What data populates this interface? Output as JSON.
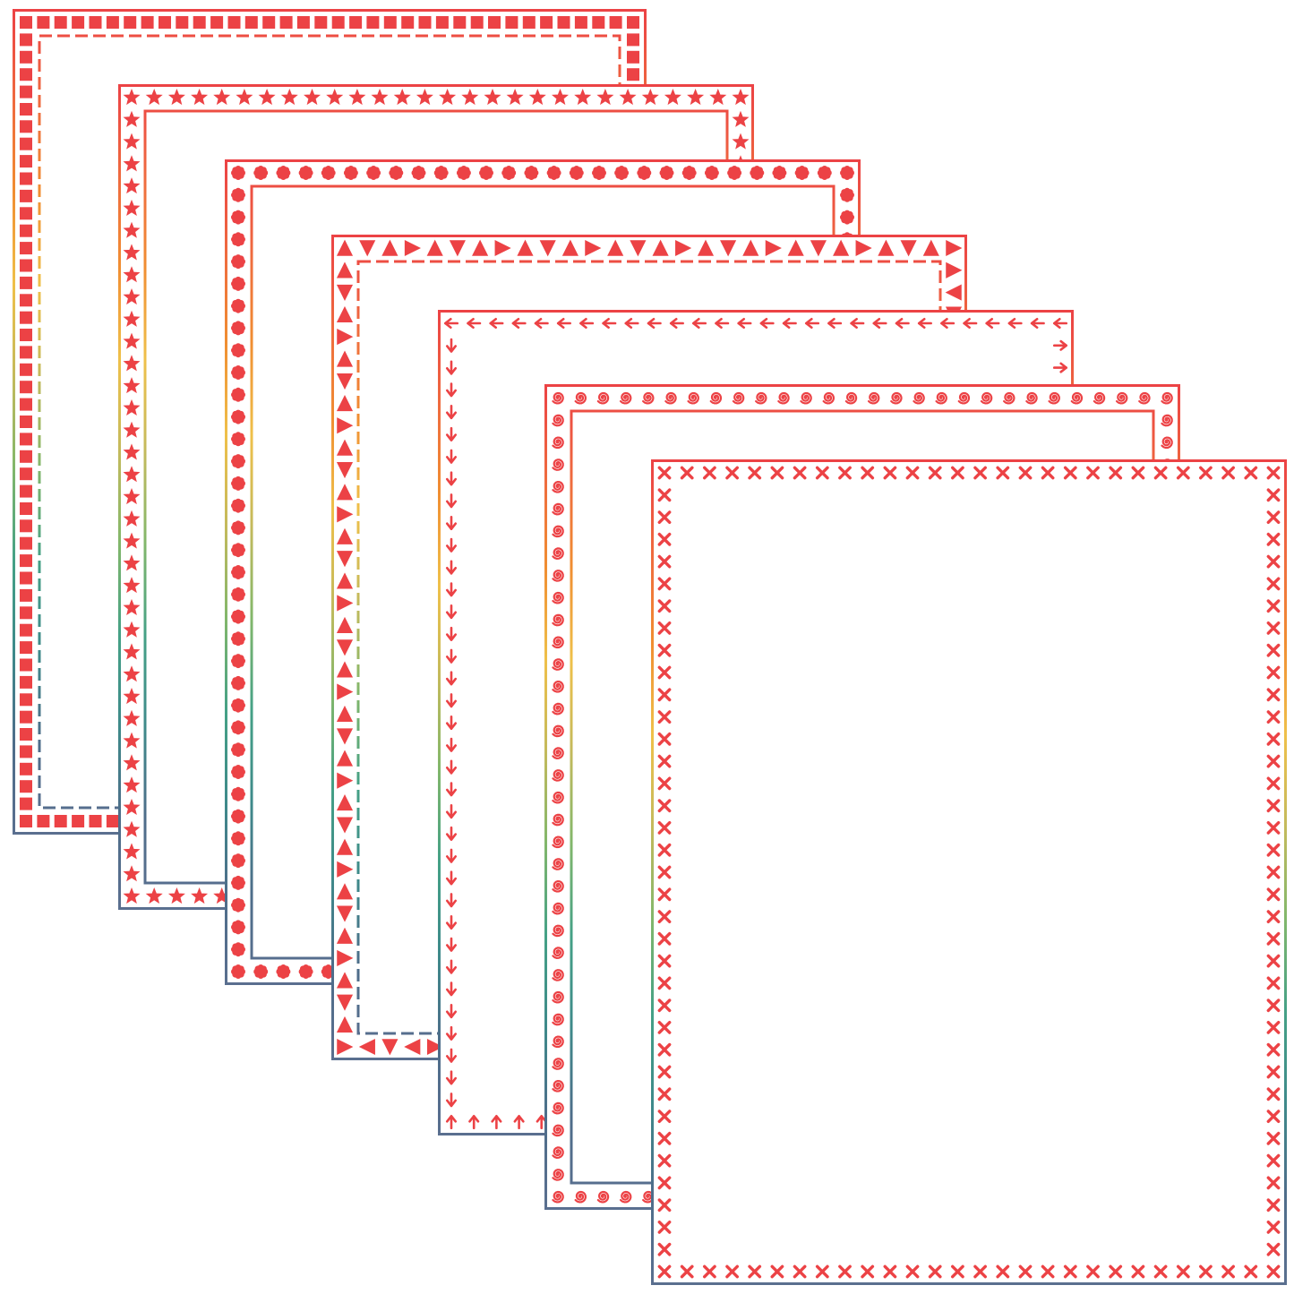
{
  "colors": {
    "gradient": [
      "#ec4245",
      "#ef6a3f",
      "#f08e32",
      "#efc04a",
      "#c4ba5c",
      "#82b76b",
      "#45a186",
      "#3e8a8a",
      "#4e6d8a",
      "#5a6f8f"
    ],
    "background": "#ffffff"
  },
  "frames": [
    {
      "id": "squares-frame",
      "motif": "square",
      "inner_line": "dashed"
    },
    {
      "id": "stars-frame",
      "motif": "star",
      "inner_line": "solid"
    },
    {
      "id": "flowers-frame",
      "motif": "flower",
      "inner_line": "solid-outer-only"
    },
    {
      "id": "triangles-frame",
      "motif": "triangle",
      "inner_line": "dashed"
    },
    {
      "id": "arrows-frame",
      "motif": "arrow",
      "inner_line": "none"
    },
    {
      "id": "spirals-frame",
      "motif": "spiral",
      "inner_line": "solid"
    },
    {
      "id": "crosses-frame",
      "motif": "cross",
      "inner_line": "none"
    }
  ]
}
